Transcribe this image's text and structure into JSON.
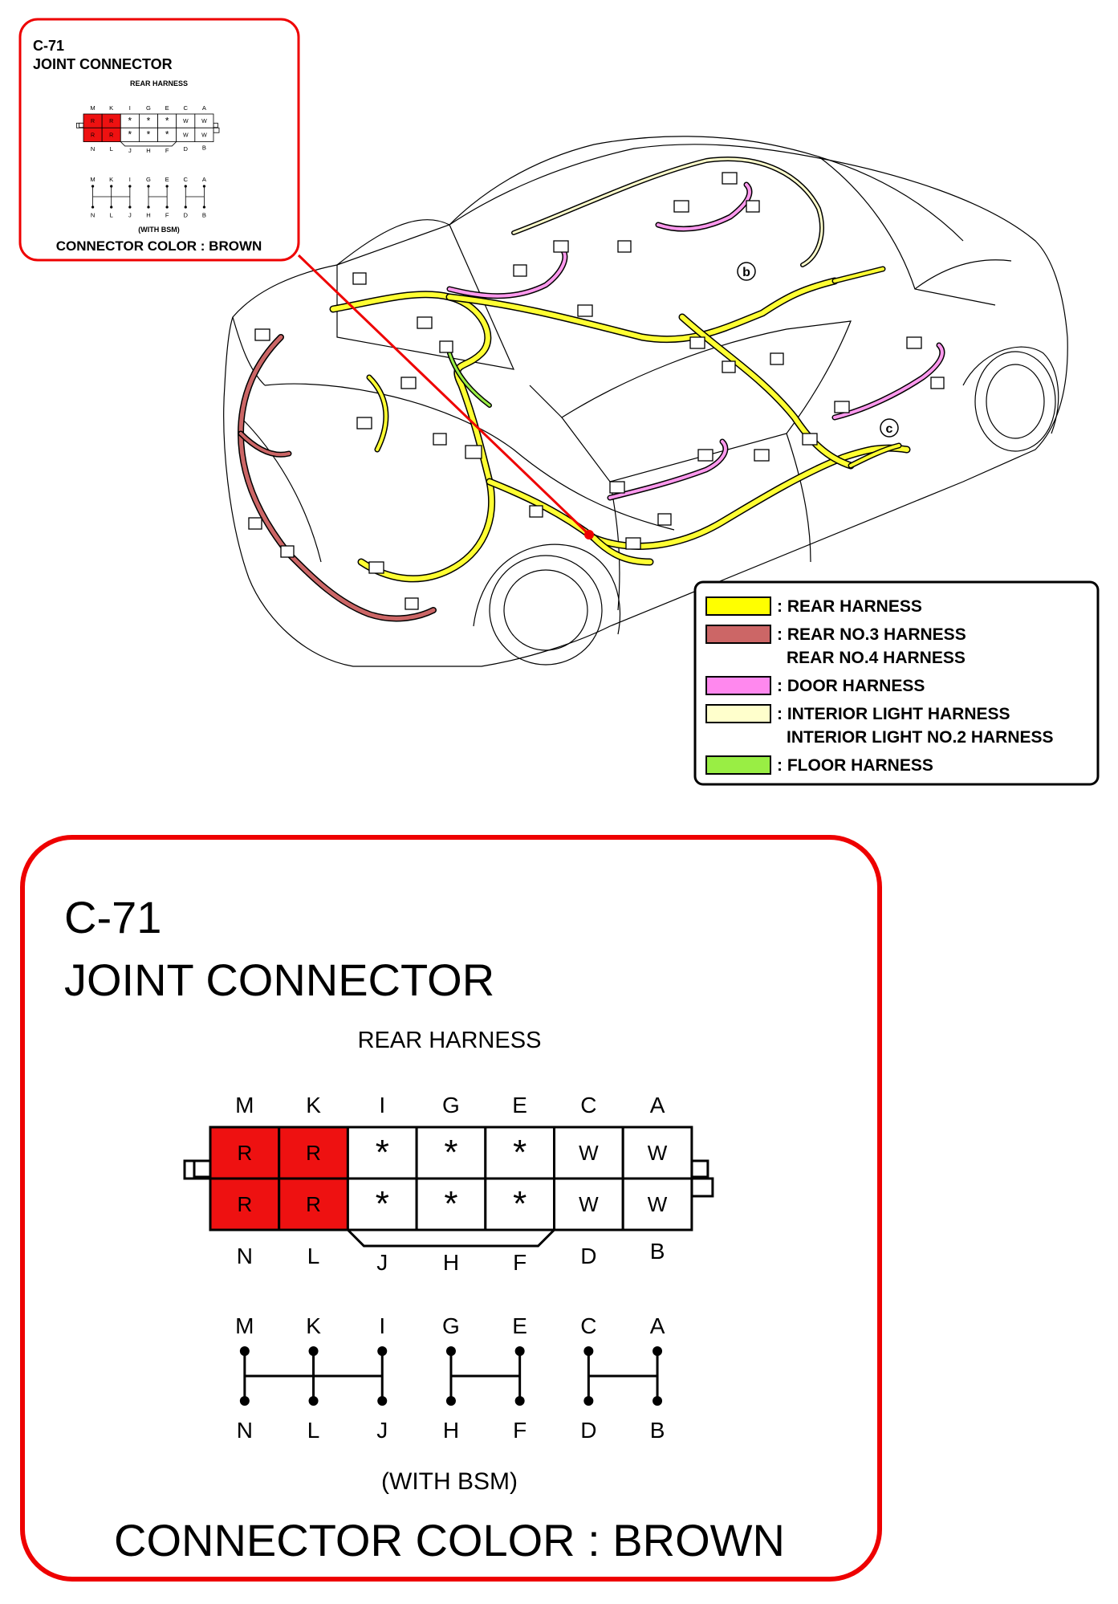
{
  "connector": {
    "id": "C-71",
    "name": "JOINT CONNECTOR",
    "harness": "REAR HARNESS",
    "note": "(WITH BSM)",
    "color_line": "CONNECTOR COLOR : BROWN",
    "top_pins": [
      "M",
      "K",
      "I",
      "G",
      "E",
      "C",
      "A"
    ],
    "bottom_pins": [
      "N",
      "L",
      "J",
      "H",
      "F",
      "D",
      "B"
    ],
    "top_row_codes": [
      "R",
      "R",
      "*",
      "*",
      "*",
      "W",
      "W"
    ],
    "bottom_row_codes": [
      "R",
      "R",
      "*",
      "*",
      "*",
      "W",
      "W"
    ],
    "red_fill": "#ee1111"
  },
  "callout_point": "b",
  "callout_point_2": "c",
  "legend": [
    {
      "lines": [
        ": REAR HARNESS"
      ],
      "color": "#ffff00"
    },
    {
      "lines": [
        ": REAR NO.3 HARNESS",
        "REAR NO.4 HARNESS"
      ],
      "color": "#cc6666"
    },
    {
      "lines": [
        ": DOOR HARNESS"
      ],
      "color": "#ff88ee"
    },
    {
      "lines": [
        ": INTERIOR LIGHT HARNESS",
        "INTERIOR LIGHT NO.2 HARNESS"
      ],
      "color": "#ffffcc"
    },
    {
      "lines": [
        ": FLOOR HARNESS"
      ],
      "color": "#99ee44"
    }
  ],
  "accent": "#ee0000"
}
